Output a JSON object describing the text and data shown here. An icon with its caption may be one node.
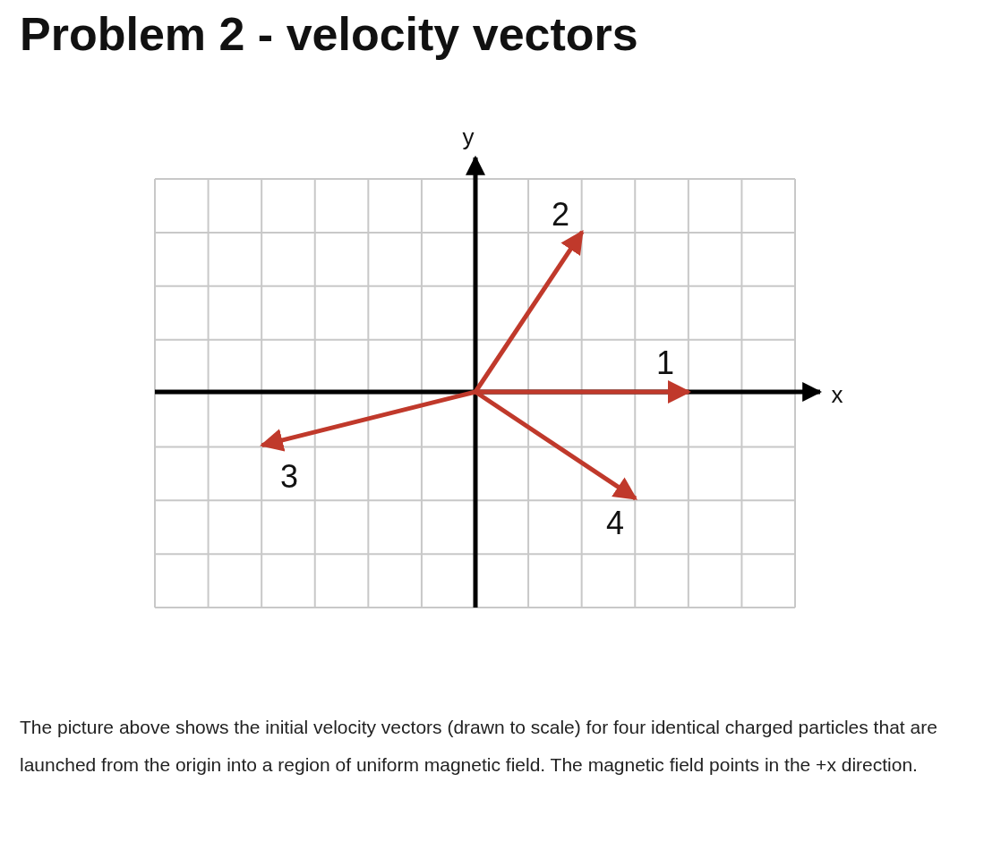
{
  "diagram": {
    "title": "Problem 2 - velocity vectors",
    "caption": "The picture above shows the initial velocity vectors (drawn to scale) for four identical charged particles that are launched from the origin into a region of uniform magnetic field. The magnetic field points in the +x direction.",
    "labels": [
      "y",
      "2",
      "1",
      "x",
      "3",
      "4"
    ]
  }
}
